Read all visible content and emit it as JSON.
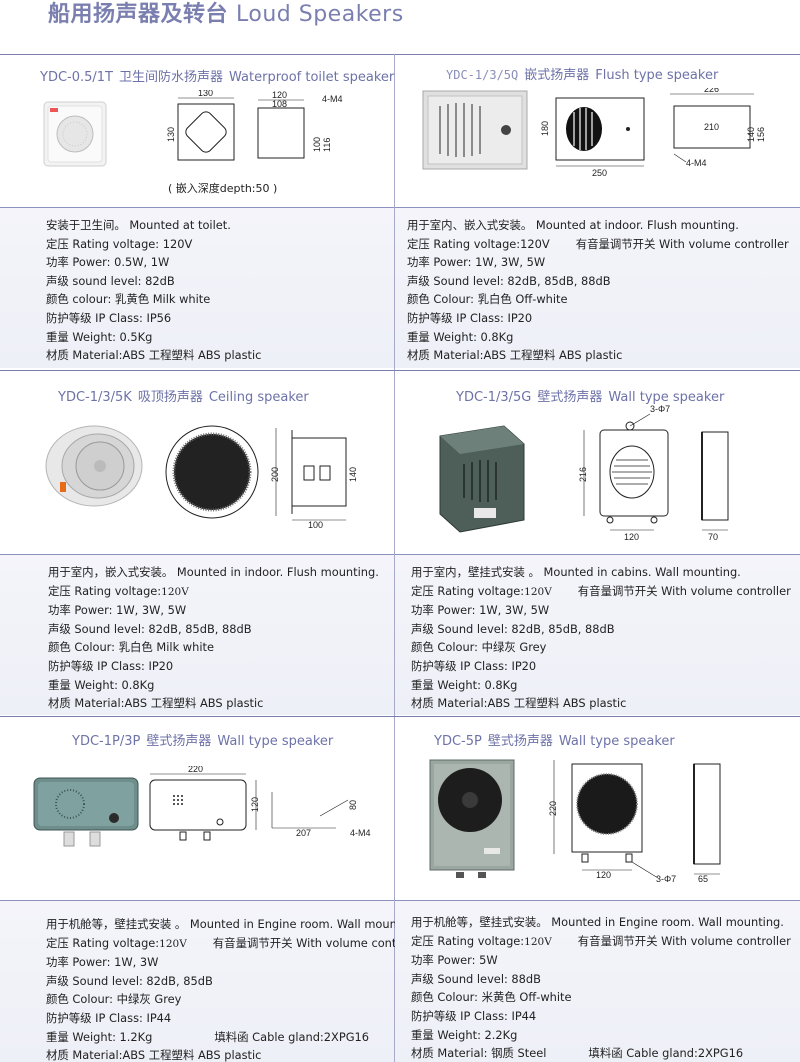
{
  "header": {
    "title_cn": "船用扬声器及转台",
    "title_en": "Loud Speakers"
  },
  "products": [
    {
      "model": "YDC-0.5/1T",
      "name_cn": "卫生间防水扬声器",
      "name_en": "Waterproof toilet speaker",
      "dims": {
        "a": "130",
        "b": "130",
        "c": "120",
        "d": "108",
        "e": "4-M4",
        "f": "100",
        "g": "116"
      },
      "note": "( 嵌入深度depth:50 )",
      "specs": {
        "l1": "安装于卫生间。 Mounted at toilet.",
        "l2": "定压  Rating voltage: 120V",
        "l3": "功率  Power: 0.5W, 1W",
        "l4": "声级  sound level: 82dB",
        "l5": "颜色  colour:  乳黄色  Milk white",
        "l6": "防护等级  IP Class: IP56",
        "l7": "重量  Weight: 0.5Kg",
        "l8": "材质  Material:ABS  工程塑料  ABS plastic"
      }
    },
    {
      "model": "YDC-1/3/5Q",
      "name_cn": "嵌式扬声器",
      "name_en": "Flush type speaker",
      "dims": {
        "a": "180",
        "b": "250",
        "c": "226",
        "d": "210",
        "e": "140",
        "f": "156",
        "g": "4-M4"
      },
      "specs": {
        "l1": "用于室内、嵌入式安装。 Mounted at indoor. Flush mounting.",
        "l2a": "定压  Rating voltage:120V",
        "l2b": "有音量调节开关  With volume controller",
        "l3": "功率  Power: 1W,  3W,  5W",
        "l4": "声级  Sound level: 82dB, 85dB, 88dB",
        "l5": "颜色  Colour:  乳白色  Off-white",
        "l6": "防护等级  IP Class: IP20",
        "l7": "重量  Weight: 0.8Kg",
        "l8": "材质  Material:ABS  工程塑料  ABS plastic"
      }
    },
    {
      "model": "YDC-1/3/5K",
      "name_cn": "吸顶扬声器",
      "name_en": "Ceiling speaker",
      "dims": {
        "a": "200",
        "b": "140",
        "c": "100"
      },
      "specs": {
        "l1": "用于室内，嵌入式安装。 Mounted in  indoor. Flush mounting.",
        "l2a": "定压  Rating voltage:",
        "l2b": "120V",
        "l3": "功率  Power: 1W,  3W,  5W",
        "l4": "声级  Sound level: 82dB, 85dB, 88dB",
        "l5": "颜色  Colour:  乳白色  Milk white",
        "l6": "防护等级  IP Class: IP20",
        "l7": "重量  Weight: 0.8Kg",
        "l8": "材质  Material:ABS  工程塑料  ABS plastic"
      }
    },
    {
      "model": "YDC-1/3/5G",
      "name_cn": "壁式扬声器",
      "name_en": "Wall type speaker",
      "dims": {
        "a": "3-Φ7",
        "b": "216",
        "c": "120",
        "d": "70"
      },
      "specs": {
        "l1": "用于室内，壁挂式安装 。  Mounted in cabins. Wall mounting.",
        "l2a": "定压  Rating voltage:",
        "l2b": "120V",
        "l2c": "有音量调节开关  With volume controller",
        "l3": "功率  Power: 1W,  3W,  5W",
        "l4": "声级  Sound level: 82dB, 85dB, 88dB",
        "l5": "颜色  Colour:  中绿灰 Grey",
        "l6": "防护等级  IP Class: IP20",
        "l7": "重量  Weight: 0.8Kg",
        "l8": "材质  Material:ABS  工程塑料  ABS plastic"
      }
    },
    {
      "model": "YDC-1P/3P",
      "name_cn": "壁式扬声器",
      "name_en": "Wall type speaker",
      "dims": {
        "a": "220",
        "b": "120",
        "c": "80",
        "d": "207",
        "e": "4-M4"
      },
      "specs": {
        "l1": "用于机舱等，壁挂式安装 。  Mounted in Engine room. Wall mounting.",
        "l2a": "定压  Rating voltage:",
        "l2b": "120V",
        "l2c": "有音量调节开关  With volume controller",
        "l3": "功率  Power: 1W,  3W",
        "l4": "声级  Sound level: 82dB, 85dB",
        "l5": "颜色  Colour:  中绿灰 Grey",
        "l6": "防护等级  IP Class: IP44",
        "l7a": "重量  Weight: 1.2Kg",
        "l7b": "填料函  Cable gland:2XPG16",
        "l8": "材质  Material:ABS  工程塑料  ABS plastic"
      }
    },
    {
      "model": "YDC-5P",
      "name_cn": "壁式扬声器",
      "name_en": "Wall type speaker",
      "dims": {
        "a": "220",
        "b": "120",
        "c": "3-Φ7",
        "d": "65"
      },
      "specs": {
        "l1": "用于机舱等，壁挂式安装。  Mounted in  Engine room. Wall mounting.",
        "l2a": "定压  Rating voltage:",
        "l2b": "120V",
        "l2c": "有音量调节开关  With volume controller",
        "l3": "功率  Power: 5W",
        "l4": "声级  Sound level: 88dB",
        "l5": "颜色  Colour:  米黄色  Off-white",
        "l6": "防护等级  IP Class: IP44",
        "l7": "重量  Weight: 2.2Kg",
        "l8a": "材质  Material:  钢质  Steel",
        "l8b": "填料函  Cable gland:2XPG16"
      }
    }
  ]
}
